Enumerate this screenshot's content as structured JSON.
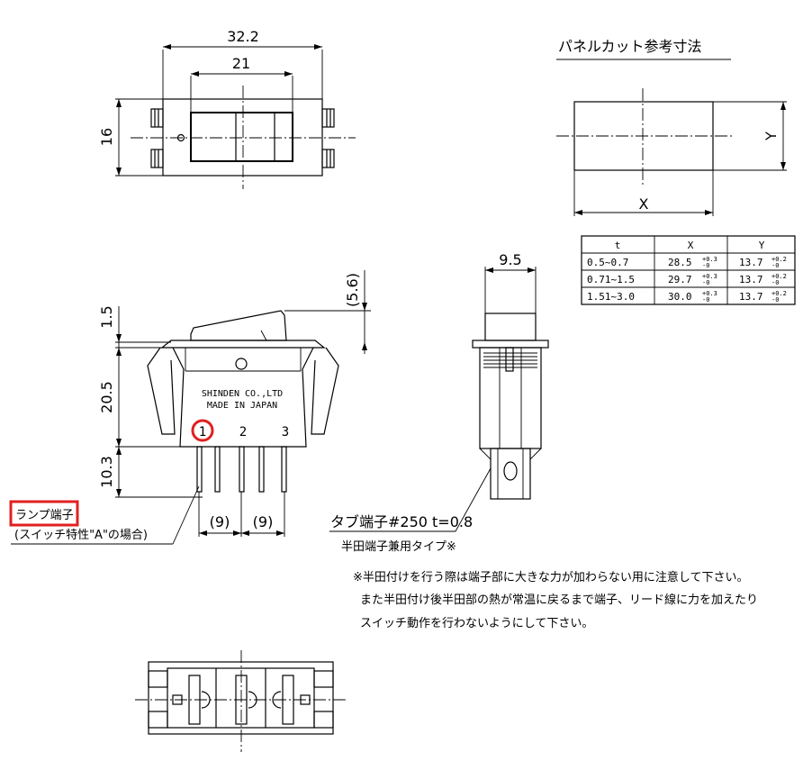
{
  "dimensions": {
    "overall_width": "32.2",
    "window_width": "21",
    "height": "16",
    "rocker_offset": "(5.6)",
    "flange_thickness": "1.5",
    "body_height": "20.5",
    "terminal_length": "10.3",
    "pitch_1": "(9)",
    "pitch_2": "(9)",
    "side_width": "9.5"
  },
  "panel_cut": {
    "title": "パネルカット参考寸法",
    "x_label": "X",
    "y_label": "Y",
    "table": {
      "headers": [
        "t",
        "X",
        "Y"
      ],
      "rows": [
        {
          "t": "0.5~0.7",
          "x": "28.5",
          "x_tol": "+0.3/-0",
          "y": "13.7",
          "y_tol": "+0.2/-0"
        },
        {
          "t": "0.71~1.5",
          "x": "29.7",
          "x_tol": "+0.3/-0",
          "y": "13.7",
          "y_tol": "+0.2/-0"
        },
        {
          "t": "1.51~3.0",
          "x": "30.0",
          "x_tol": "+0.3/-0",
          "y": "13.7",
          "y_tol": "+0.2/-0"
        }
      ]
    }
  },
  "body_markings": {
    "maker_line1": "SHINDEN CO.,LTD",
    "maker_line2": "MADE IN JAPAN",
    "terminal_1": "1",
    "terminal_2": "2",
    "terminal_3": "3"
  },
  "labels": {
    "lamp_terminal": "ランプ端子",
    "lamp_terminal_note": "(スイッチ特性\"A\"の場合)",
    "tab_terminal": "タブ端子#250 t=0.8",
    "tab_terminal_note": "半田端子兼用タイプ※"
  },
  "notes": {
    "line1": "※半田付けを行う際は端子部に大きな力が加わらない用に注意して下さい。",
    "line2": "また半田付け後半田部の熱が常温に戻るまで端子、リード線に力を加えたり",
    "line3": "スイッチ動作を行わないようにして下さい。"
  },
  "highlights": {
    "accent_color": "#e02020"
  }
}
